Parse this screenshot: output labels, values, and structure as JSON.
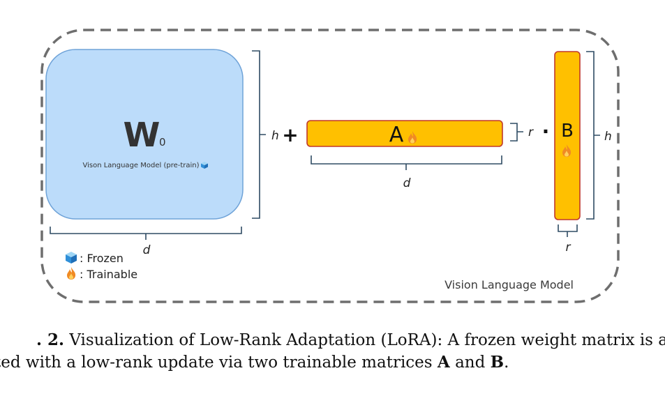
{
  "diagram": {
    "container_label": "Vision Language Model",
    "w0": {
      "symbol": "W",
      "subscript": "0",
      "description": "Vison Language Model (pre-train)"
    },
    "labels": {
      "d_bottom_w0": "d",
      "h_right_w0": "h",
      "plus": "+",
      "a_symbol": "A",
      "r_right_a": "r",
      "dot": "·",
      "d_bottom_a": "d",
      "b_symbol": "B",
      "h_right_b": "h",
      "r_bottom_b": "r"
    },
    "legend": {
      "frozen": ": Frozen",
      "trainable": ": Trainable"
    },
    "colors": {
      "w0_fill": "#bcdcfa",
      "w0_stroke": "#6fa3d8",
      "matrix_fill": "#ffc000",
      "matrix_stroke": "#c0392b",
      "bracket": "#2e4b63",
      "dash": "#6e6e6e"
    }
  },
  "caption": {
    "line1_prefix": ". 2.",
    "line1_text": " Visualization of Low-Rank Adaptation (LoRA): A frozen weight matrix is a",
    "line2_text": "ted with a low-rank update via two trainable matrices ",
    "line2_a": "A",
    "line2_and": " and ",
    "line2_b": "B",
    "line2_end": "."
  }
}
